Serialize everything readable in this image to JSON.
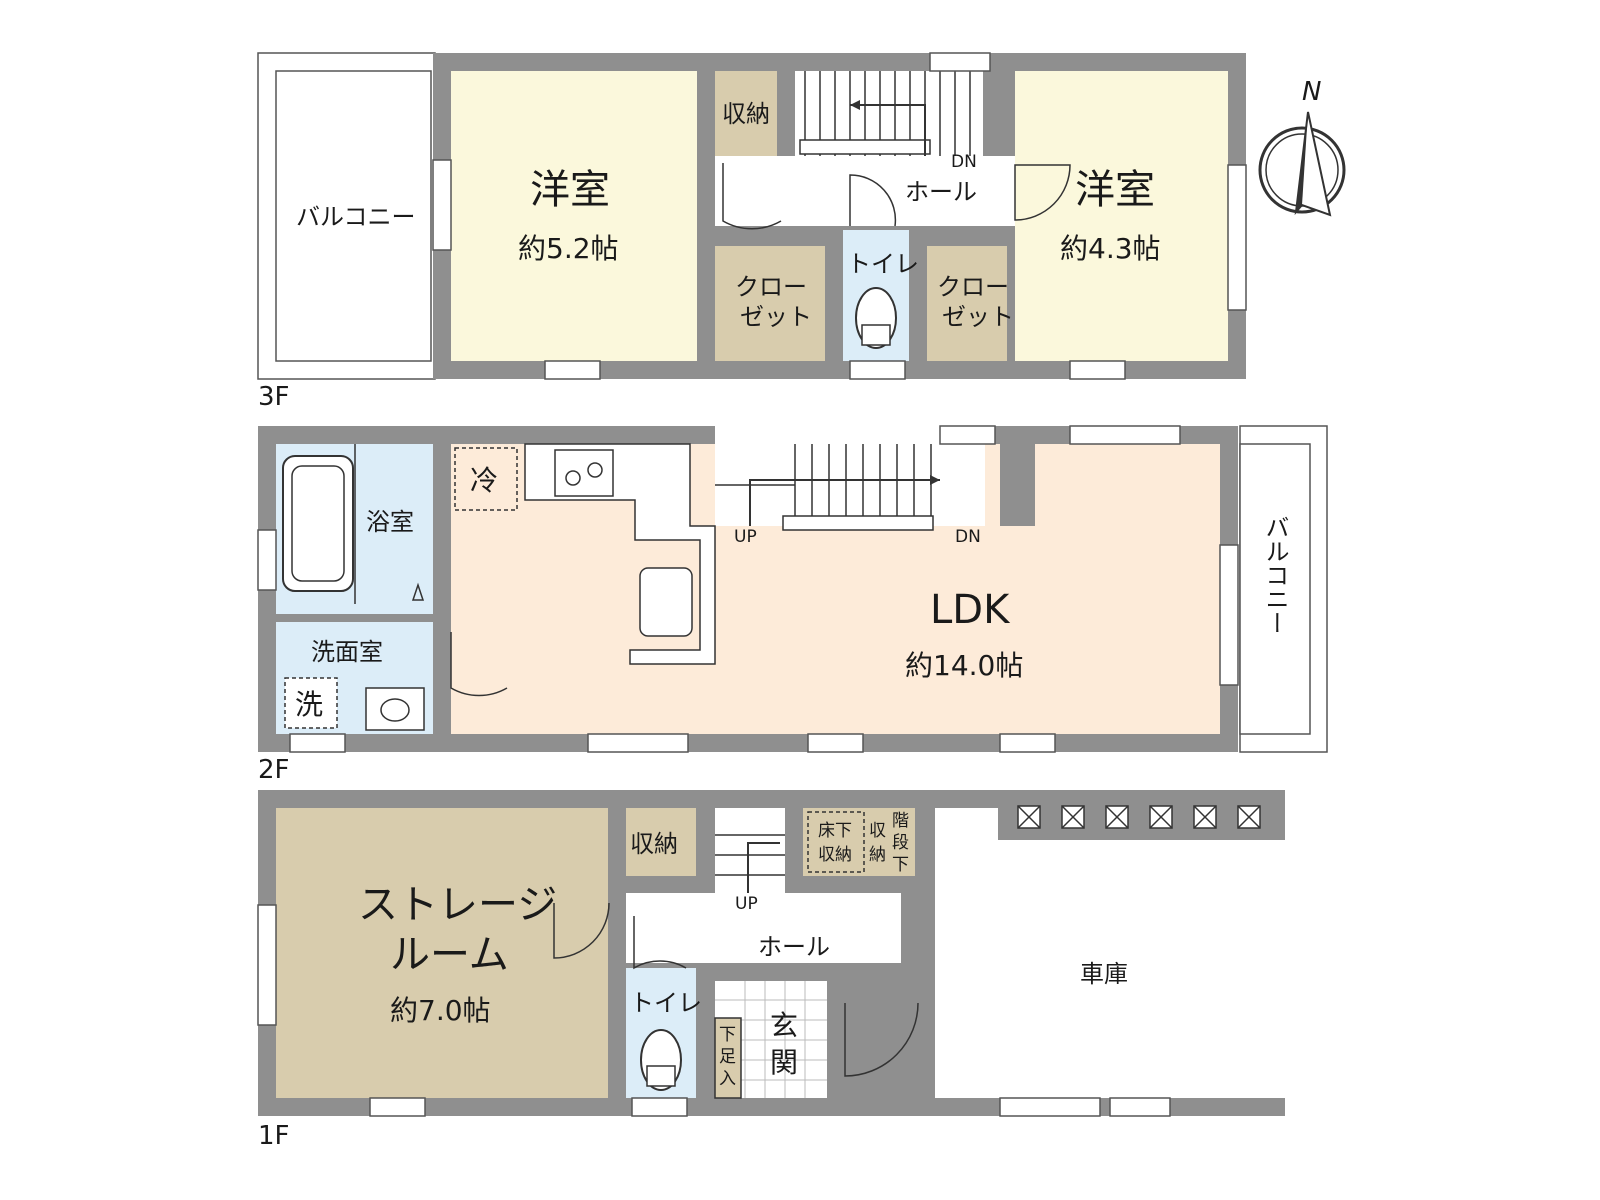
{
  "floors": {
    "f3": {
      "label": "3F",
      "balcony": "バルコニー",
      "room_west": {
        "name": "洋室",
        "size": "約5.2帖"
      },
      "storage": "収納",
      "hall": "ホール",
      "stairs_dn": "DN",
      "room_east": {
        "name": "洋室",
        "size": "約4.3帖"
      },
      "closet_a": [
        "クロー",
        "ゼット"
      ],
      "closet_b": [
        "クロー",
        "ゼット"
      ],
      "toilet": "トイレ"
    },
    "f2": {
      "label": "2F",
      "bath": "浴室",
      "fridge": "冷",
      "washroom": "洗面室",
      "washer": "洗",
      "ldk": {
        "name": "LDK",
        "size": "約14.0帖"
      },
      "stairs_up": "UP",
      "stairs_dn": "DN",
      "balcony": "バルコニー"
    },
    "f1": {
      "label": "1F",
      "storage_room": {
        "name_line1": "ストレージ",
        "name_line2": "ルーム",
        "size": "約7.0帖"
      },
      "storage": "収納",
      "underfloor": [
        "床下",
        "収納"
      ],
      "under_stairs": [
        "階",
        "段",
        "下"
      ],
      "under_stairs_storage": [
        "収",
        "納"
      ],
      "stairs_up": "UP",
      "hall": "ホール",
      "toilet": "トイレ",
      "entrance": [
        "玄",
        "関"
      ],
      "shoe_box": [
        "下",
        "足",
        "入"
      ],
      "garage": "車庫"
    }
  },
  "compass": {
    "north": "N"
  },
  "colors": {
    "wall": "#8f8f8f",
    "western_room": "#fbf8dc",
    "ldk": "#fdebd9",
    "wet_area": "#dcedf8",
    "storage": "#d8ccad",
    "storage_room": "#d8ccad",
    "white": "#ffffff"
  }
}
